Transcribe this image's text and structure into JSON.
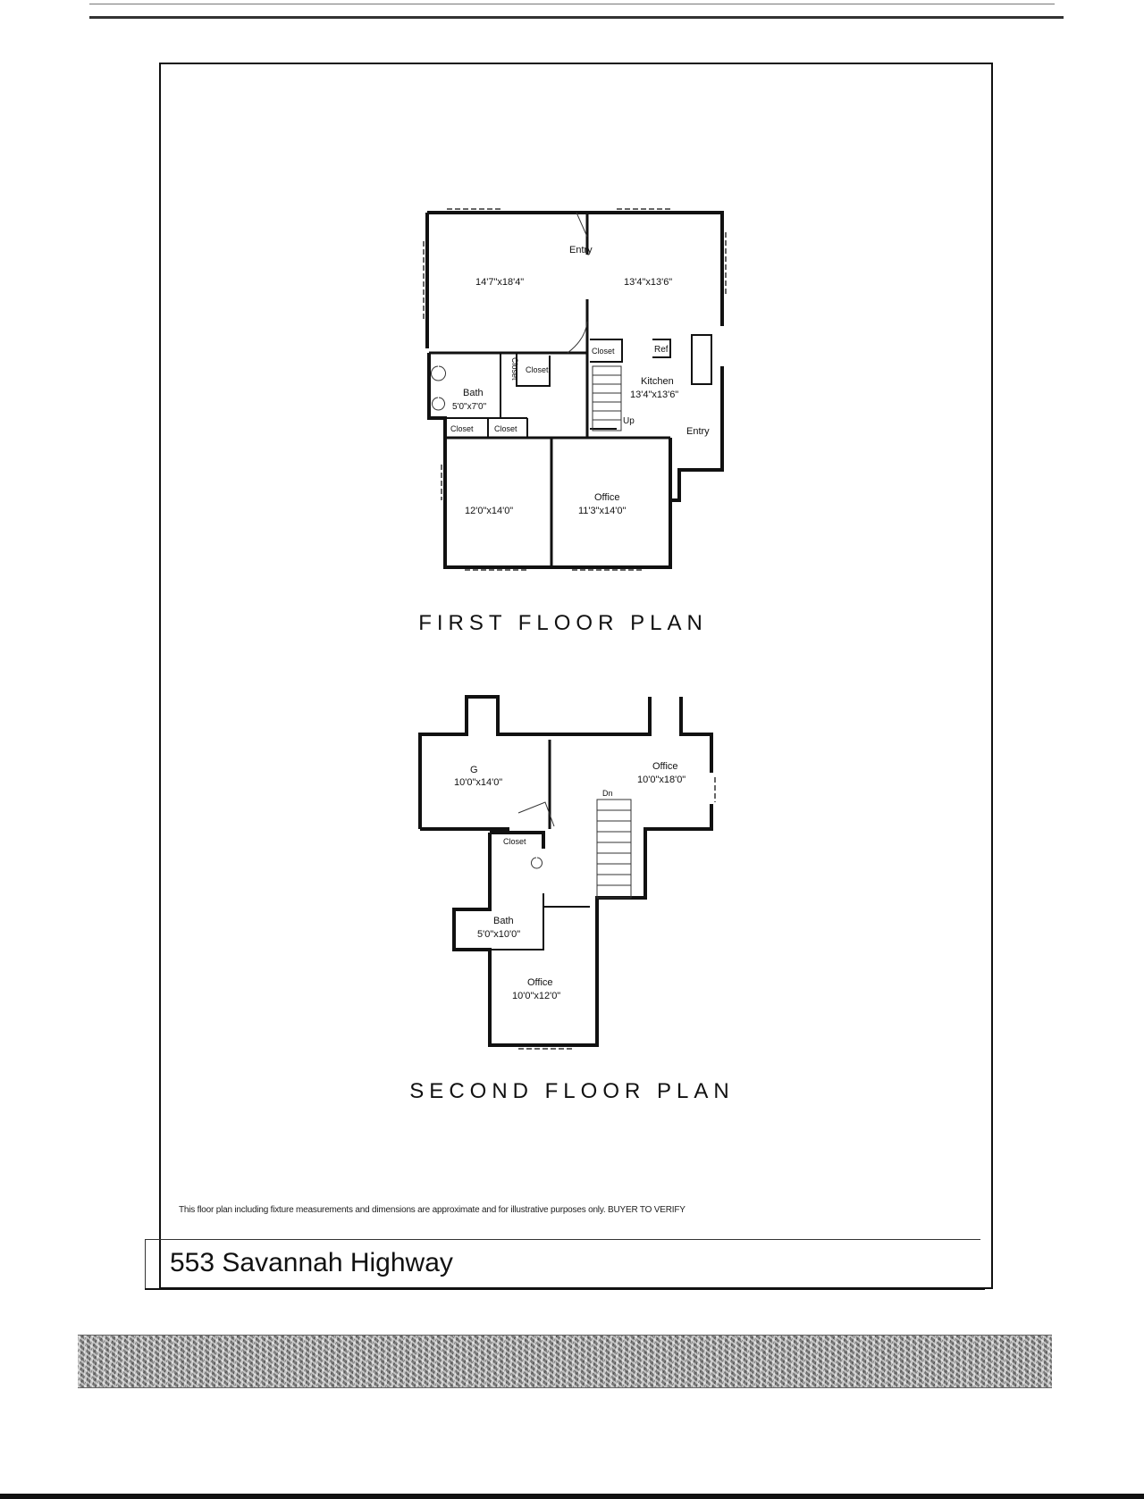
{
  "first_floor": {
    "title": "FIRST FLOOR PLAN",
    "rooms": {
      "entry_top": "Entry",
      "room_left_dims": "14'7\"x18'4\"",
      "room_right_dims": "13'4\"x13'6\"",
      "closet_vertical": "Closet",
      "closet_small": "Closet",
      "bath_label": "Bath",
      "bath_dims": "5'0\"x7'0\"",
      "closet_a": "Closet",
      "closet_b": "Closet",
      "closet_stair": "Closet",
      "ref": "Ref",
      "kitchen_label": "Kitchen",
      "kitchen_dims": "13'4\"x13'6\"",
      "up": "Up",
      "entry_side": "Entry",
      "bedroom_dims": "12'0\"x14'0\"",
      "office_label": "Office",
      "office_dims": "11'3\"x14'0\""
    }
  },
  "second_floor": {
    "title": "SECOND FLOOR PLAN",
    "rooms": {
      "room_left_label": "G",
      "room_left_dims": "10'0\"x14'0\"",
      "office_right_label": "Office",
      "office_right_dims": "10'0\"x18'0\"",
      "dn": "Dn",
      "closet": "Closet",
      "bath_label": "Bath",
      "bath_dims": "5'0\"x10'0\"",
      "office_bottom_label": "Office",
      "office_bottom_dims": "10'0\"x12'0\""
    }
  },
  "disclaimer": "This floor plan including fixture measurements and dimensions are approximate and for illustrative purposes only. BUYER TO VERIFY",
  "address": "553 Savannah Highway"
}
